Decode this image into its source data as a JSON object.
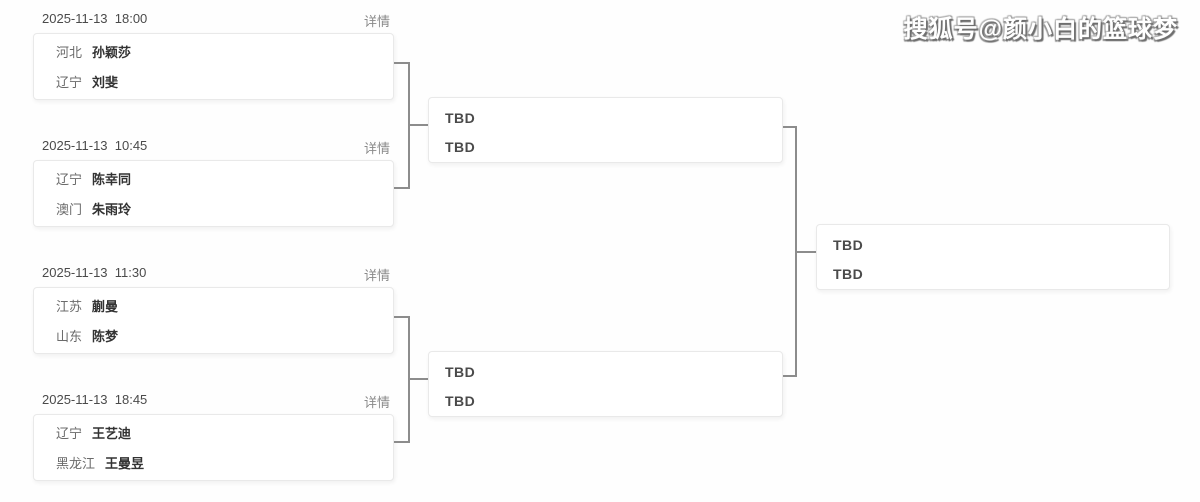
{
  "watermark": "搜狐号@颜小白的篮球梦",
  "colors": {
    "connector": "#8c8c8c",
    "box_border": "#e9e9e9",
    "player_name_text": "#333333",
    "details_link_text": "#8a8a8a"
  },
  "bracket": {
    "round1": [
      {
        "datetime": "2025-11-13  18:00",
        "details_label": "详情",
        "players": [
          {
            "region": "河北",
            "name": "孙颖莎"
          },
          {
            "region": "辽宁",
            "name": "刘斐"
          }
        ]
      },
      {
        "datetime": "2025-11-13  10:45",
        "details_label": "详情",
        "players": [
          {
            "region": "辽宁",
            "name": "陈幸同"
          },
          {
            "region": "澳门",
            "name": "朱雨玲"
          }
        ]
      },
      {
        "datetime": "2025-11-13  11:30",
        "details_label": "详情",
        "players": [
          {
            "region": "江苏",
            "name": "蒯曼"
          },
          {
            "region": "山东",
            "name": "陈梦"
          }
        ]
      },
      {
        "datetime": "2025-11-13  18:45",
        "details_label": "详情",
        "players": [
          {
            "region": "辽宁",
            "name": "王艺迪"
          },
          {
            "region": "黑龙江",
            "name": "王曼昱"
          }
        ]
      }
    ],
    "round2": [
      {
        "slots": [
          "TBD",
          "TBD"
        ]
      },
      {
        "slots": [
          "TBD",
          "TBD"
        ]
      }
    ],
    "round3": [
      {
        "slots": [
          "TBD",
          "TBD"
        ]
      }
    ]
  }
}
